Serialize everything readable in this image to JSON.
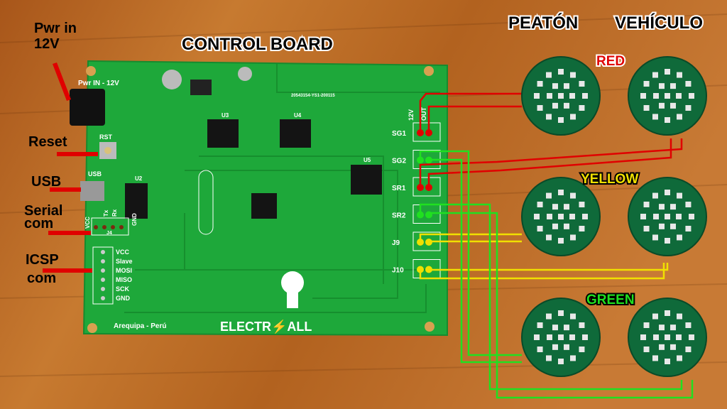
{
  "header": {
    "title": "CONTROL BOARD",
    "col_pedestrian": "PEATÓN",
    "col_vehicle": "VEHÍCULO"
  },
  "callouts": {
    "power_line1": "Pwr in",
    "power_line2": "12V",
    "reset": "Reset",
    "usb": "USB",
    "serial_line1": "Serial",
    "serial_line2": "com",
    "icsp_line1": "ICSP",
    "icsp_line2": "com"
  },
  "groups": {
    "red": "RED",
    "yellow": "YELLOW",
    "green": "GREEN"
  },
  "board": {
    "power_label": "Pwr IN - 12V",
    "serial_code": "20543154-YS1-200115",
    "rst": "RST",
    "usb": "USB",
    "connectors": [
      "SG1",
      "SG2",
      "SR1",
      "SR2",
      "J9",
      "J10"
    ],
    "pins_12v": "12V",
    "pins_out": "OUT",
    "serial_pins": [
      "VCC",
      "Tx",
      "Rx",
      "GND"
    ],
    "serial_j": "J4",
    "icsp_pins": [
      "VCC",
      "Slave",
      "MOSI",
      "MISO",
      "SCK",
      "GND"
    ],
    "chips": [
      "U2",
      "U3",
      "U4",
      "U5"
    ],
    "location": "Arequipa - Perú",
    "brand": "ELECTR⚡ALL"
  },
  "colors": {
    "wood": "#b8641e",
    "pcb": "#1ea83a",
    "red": "#e00000",
    "yellow": "#f0e000",
    "green": "#20e020"
  }
}
